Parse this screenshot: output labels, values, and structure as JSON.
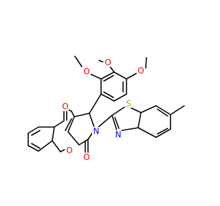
{
  "colors": {
    "background": "#ffffff",
    "bond": "#000000",
    "oxygen": "#ff0000",
    "nitrogen": "#0000ff",
    "sulfur": "#b8a800"
  },
  "atoms": {
    "o_methoxy_top": "O",
    "o_methoxy_left": "O",
    "o_methoxy_right": "O",
    "o_ketone_top": "O",
    "o_ring": "O",
    "o_ketone_bottom": "O",
    "n_pyrrole": "N",
    "s_thiazole": "S",
    "n_thiazole": "N"
  }
}
